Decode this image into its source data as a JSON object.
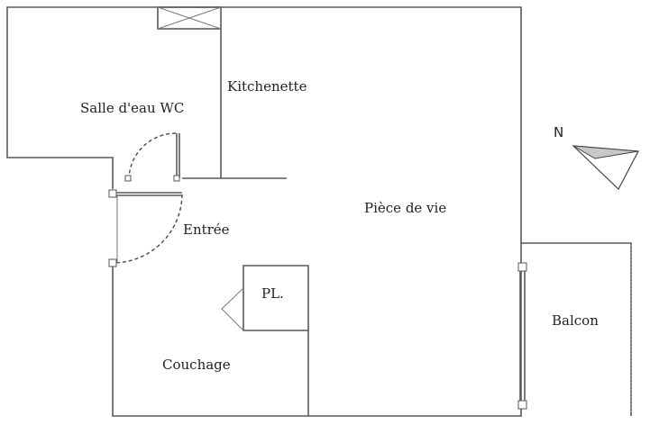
{
  "rooms": {
    "salle_eau": "Salle d'eau WC",
    "kitchenette": "Kitchenette",
    "piece_de_vie": "Pièce de vie",
    "entree": "Entrée",
    "placard": "PL.",
    "couchage": "Couchage",
    "balcon": "Balcon"
  },
  "compass": {
    "label": "N"
  },
  "colors": {
    "wall": "#5a5a5a",
    "compass_fill": "#c8c8c8"
  }
}
